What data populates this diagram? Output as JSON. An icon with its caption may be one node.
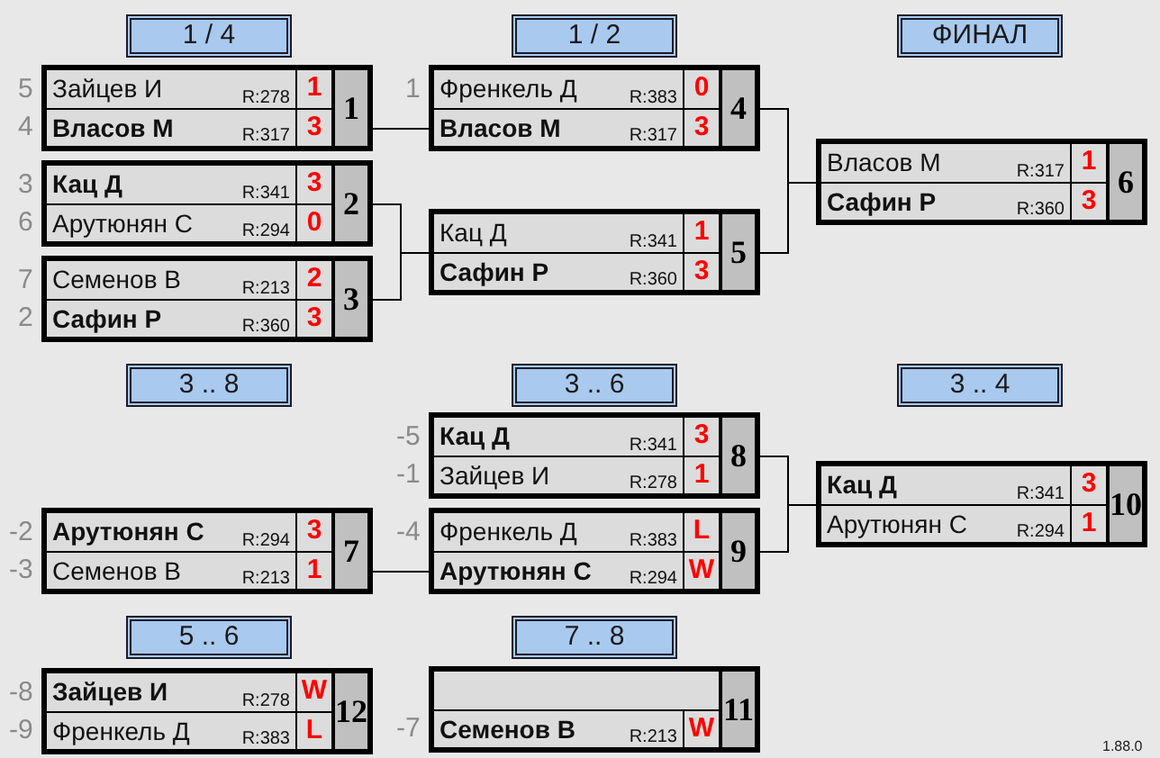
{
  "diagram": {
    "nodes": [
      {
        "text": [
          "1 / 4"
        ]
      },
      {
        "text": [
          "1"
        ]
      },
      {
        "text": [
          "Зайцев И",
          "R:278",
          "1"
        ],
        "in": 1,
        "beside": [
          "5"
        ]
      },
      {
        "text": [
          "Власов М",
          "R:317",
          "3"
        ],
        "in": 1,
        "beside": [
          "4"
        ]
      },
      {
        "text": [
          "2"
        ]
      },
      {
        "text": [
          "Кац Д",
          "R:341",
          "3"
        ],
        "in": 4,
        "beside": [
          "3"
        ]
      },
      {
        "text": [
          "Арутюнян С",
          "R:294",
          "0"
        ],
        "in": 4,
        "beside": [
          "6"
        ]
      },
      {
        "text": [
          "3"
        ]
      },
      {
        "text": [
          "Семенов В",
          "R:213",
          "2"
        ],
        "in": 7,
        "beside": [
          "7"
        ]
      },
      {
        "text": [
          "Сафин Р",
          "R:360",
          "3"
        ],
        "in": 7,
        "beside": [
          "2"
        ]
      },
      {
        "text": [
          "1 / 2"
        ]
      },
      {
        "text": [
          "4"
        ]
      },
      {
        "text": [
          "Френкель Д",
          "R:383",
          "0"
        ],
        "in": 11,
        "beside": [
          "1"
        ]
      },
      {
        "text": [
          "Власов М",
          "R:317",
          "3"
        ],
        "in": 11
      },
      {
        "text": [
          "5"
        ]
      },
      {
        "text": [
          "Кац Д",
          "R:341",
          "1"
        ],
        "in": 14
      },
      {
        "text": [
          "Сафин Р",
          "R:360",
          "3"
        ],
        "in": 14
      },
      {
        "text": [
          "ФИНАЛ"
        ]
      },
      {
        "text": [
          "6"
        ]
      },
      {
        "text": [
          "Власов М",
          "R:317",
          "1"
        ],
        "in": 18
      },
      {
        "text": [
          "Сафин Р",
          "R:360",
          "3"
        ],
        "in": 18
      },
      {
        "text": [
          "3 .. 8"
        ]
      },
      {
        "text": [
          "7"
        ]
      },
      {
        "text": [
          "Арутюнян С",
          "R:294",
          "3"
        ],
        "in": 22,
        "beside": [
          "-2"
        ]
      },
      {
        "text": [
          "Семенов В",
          "R:213",
          "1"
        ],
        "in": 22,
        "beside": [
          "-3"
        ]
      },
      {
        "text": [
          "5 .. 6"
        ]
      },
      {
        "text": [
          "12"
        ]
      },
      {
        "text": [
          "Зайцев И",
          "R:278",
          "W"
        ],
        "in": 26,
        "beside": [
          "-8"
        ]
      },
      {
        "text": [
          "Френкель Д",
          "R:383",
          "L"
        ],
        "in": 26,
        "beside": [
          "-9"
        ]
      },
      {
        "text": [
          "3 .. 6"
        ]
      },
      {
        "text": [
          "8"
        ]
      },
      {
        "text": [
          "Кац Д",
          "R:341",
          "3"
        ],
        "in": 30,
        "beside": [
          "-5"
        ]
      },
      {
        "text": [
          "Зайцев И",
          "R:278",
          "1"
        ],
        "in": 30,
        "beside": [
          "-1"
        ]
      },
      {
        "text": [
          "9"
        ]
      },
      {
        "text": [
          "Френкель Д",
          "R:383",
          "L"
        ],
        "in": 33,
        "beside": [
          "-4"
        ]
      },
      {
        "text": [
          "Арутюнян С",
          "R:294",
          "W"
        ],
        "in": 33
      },
      {
        "text": [
          "7 .. 8"
        ]
      },
      {
        "text": [
          "11"
        ]
      },
      {
        "text": [],
        "shape": "box",
        "in": 37
      },
      {
        "text": [
          "Семенов В",
          "R:213",
          "W"
        ],
        "in": 37,
        "beside": [
          "-7"
        ]
      },
      {
        "text": [
          "3 .. 4"
        ]
      },
      {
        "text": [
          "10"
        ]
      },
      {
        "text": [
          "Кац Д",
          "R:341",
          "3"
        ],
        "in": 41
      },
      {
        "text": [
          "Арутюнян С",
          "R:294",
          "1"
        ],
        "in": 41
      }
    ],
    "edges": [
      {
        "from": 1,
        "to": 13,
        "arrow": "none"
      },
      {
        "from": 4,
        "to": 14,
        "arrow": "none"
      },
      {
        "from": 7,
        "to": 14,
        "arrow": "none"
      },
      {
        "from": 11,
        "to": 18,
        "arrow": "none"
      },
      {
        "from": 14,
        "to": 18,
        "arrow": "none"
      },
      {
        "from": 22,
        "to": 35,
        "arrow": "none"
      },
      {
        "from": 30,
        "to": 41,
        "arrow": "none"
      },
      {
        "from": 33,
        "to": 41,
        "arrow": "none"
      }
    ],
    "labels": [
      "1.88.0"
    ]
  }
}
